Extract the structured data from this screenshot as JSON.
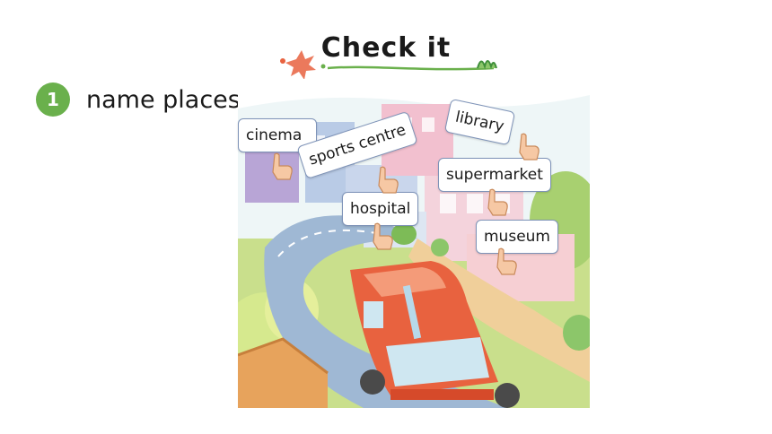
{
  "slide": {
    "title": "Check it",
    "task_number": "1",
    "task_text": "name places"
  },
  "labels": [
    {
      "key": "cinema",
      "text": "cinema"
    },
    {
      "key": "sports-centre",
      "text": "sports centre"
    },
    {
      "key": "library",
      "text": "library"
    },
    {
      "key": "supermarket",
      "text": "supermarket"
    },
    {
      "key": "hospital",
      "text": "hospital"
    },
    {
      "key": "museum",
      "text": "museum"
    }
  ],
  "colors": {
    "badge": "#6ab04c",
    "label_border": "#7e93b8",
    "road": "#9fb8d4",
    "bus": "#e8623f"
  },
  "icons": [
    "flower-doodle-icon",
    "grass-doodle-icon",
    "pointing-hand-icon"
  ]
}
